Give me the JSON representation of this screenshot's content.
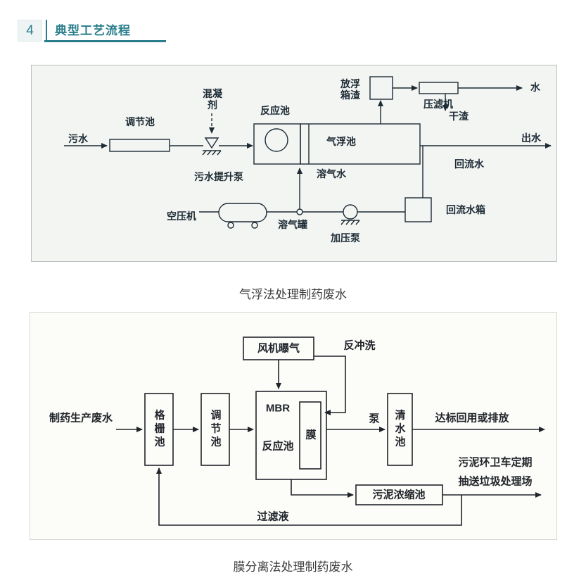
{
  "theme": {
    "accent_color": "#2a7e8c"
  },
  "header": {
    "number": "4",
    "title": "典型工艺流程"
  },
  "figure1": {
    "caption": "气浮法处理制药废水",
    "labels": {
      "sewage": "污水",
      "regulating_tank": "调节池",
      "coagulant": "混凝剂",
      "reaction_tank": "反应池",
      "flotation_tank": "气浮池",
      "scum_box": "放浮箱渣",
      "filter_press": "压滤机",
      "water": "水",
      "dry_residue": "干渣",
      "effluent": "出水",
      "return_water": "回流水",
      "sewage_lift_pump": "污水提升泵",
      "dissolved_air_water": "溶气水",
      "air_compressor": "空压机",
      "dissolved_air_tank": "溶气罐",
      "pressure_pump": "加压泵",
      "return_water_tank": "回流水箱"
    }
  },
  "figure2": {
    "caption": "膜分离法处理制药废水",
    "labels": {
      "influent": "制药生产废水",
      "screen_tank": "格栅池",
      "regulating_tank": "调节池",
      "mbr": "MBR",
      "reaction_tank": "反应池",
      "membrane": "膜",
      "fan_aeration": "风机曝气",
      "backwash": "反冲洗",
      "pump": "泵",
      "clean_water_tank": "清水池",
      "discharge": "达标回用或排放",
      "sludge_truck_line1": "污泥环卫车定期",
      "sludge_truck_line2": "抽送垃圾处理场",
      "sludge_thickening_tank": "污泥浓缩池",
      "filtrate": "过滤液"
    }
  }
}
